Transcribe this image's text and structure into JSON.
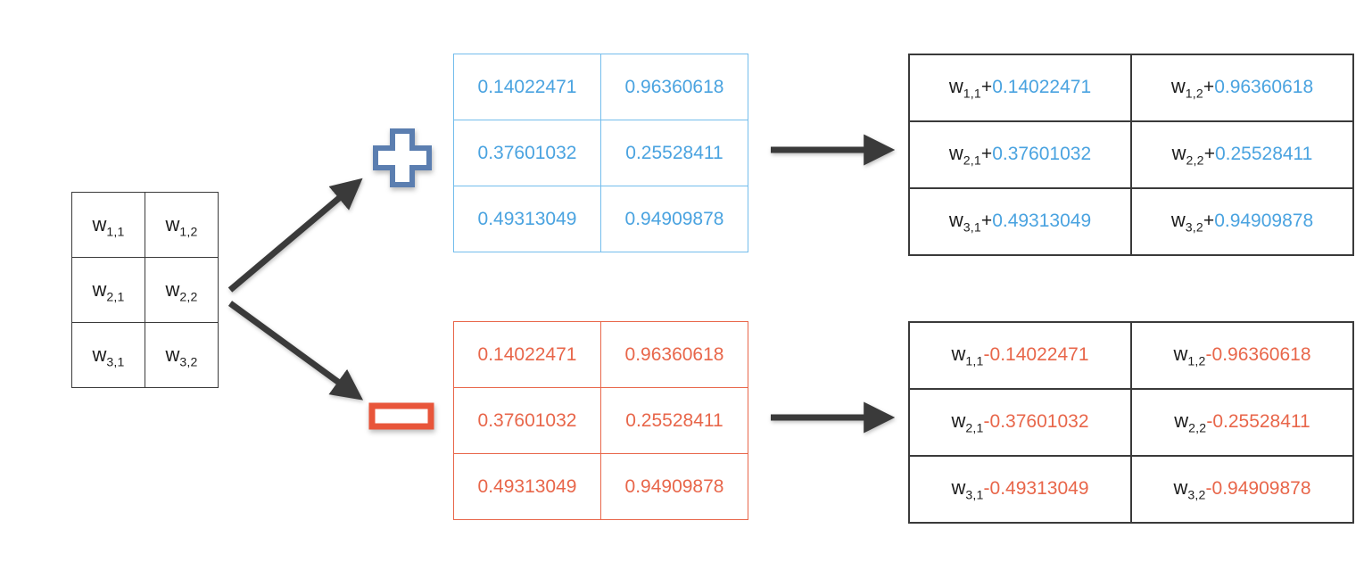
{
  "diagram": {
    "title": "Matrix weight perturbation diagram",
    "colors": {
      "blue": "#4aa3e0",
      "blue_border": "#74bdec",
      "plus_icon_stroke": "#5b7eb0",
      "red": "#e8664a",
      "black": "#1d1d1d",
      "arrow": "#3a3a3a"
    }
  },
  "source_matrix": {
    "name": "weight-matrix",
    "rows": [
      [
        {
          "sym": "w",
          "sub": "1,1"
        },
        {
          "sym": "w",
          "sub": "1,2"
        }
      ],
      [
        {
          "sym": "w",
          "sub": "2,1"
        },
        {
          "sym": "w",
          "sub": "2,2"
        }
      ],
      [
        {
          "sym": "w",
          "sub": "3,1"
        },
        {
          "sym": "w",
          "sub": "3,2"
        }
      ]
    ]
  },
  "noise_matrix": {
    "name": "random-noise-matrix",
    "rows": [
      [
        "0.14022471",
        "0.96360618"
      ],
      [
        "0.37601032",
        "0.25528411"
      ],
      [
        "0.49313049",
        "0.94909878"
      ]
    ]
  },
  "operators": {
    "plus": {
      "icon": "plus-icon",
      "sign": "+"
    },
    "minus": {
      "icon": "minus-icon",
      "sign": "-"
    }
  },
  "result_plus": {
    "name": "weights-plus-noise-matrix",
    "rows": [
      [
        {
          "sym": "w",
          "sub": "1,1",
          "op": "+",
          "num": "0.14022471"
        },
        {
          "sym": "w",
          "sub": "1,2",
          "op": "+",
          "num": "0.96360618"
        }
      ],
      [
        {
          "sym": "w",
          "sub": "2,1",
          "op": "+",
          "num": "0.37601032"
        },
        {
          "sym": "w",
          "sub": "2,2",
          "op": "+",
          "num": "0.25528411"
        }
      ],
      [
        {
          "sym": "w",
          "sub": "3,1",
          "op": "+",
          "num": "0.49313049"
        },
        {
          "sym": "w",
          "sub": "3,2",
          "op": "+",
          "num": "0.94909878"
        }
      ]
    ]
  },
  "result_minus": {
    "name": "weights-minus-noise-matrix",
    "rows": [
      [
        {
          "sym": "w",
          "sub": "1,1",
          "op": "-",
          "num": "0.14022471"
        },
        {
          "sym": "w",
          "sub": "1,2",
          "op": "-",
          "num": "0.96360618"
        }
      ],
      [
        {
          "sym": "w",
          "sub": "2,1",
          "op": "-",
          "num": "0.37601032"
        },
        {
          "sym": "w",
          "sub": "2,2",
          "op": "-",
          "num": "0.25528411"
        }
      ],
      [
        {
          "sym": "w",
          "sub": "3,1",
          "op": "-",
          "num": "0.49313049"
        },
        {
          "sym": "w",
          "sub": "3,2",
          "op": "-",
          "num": "0.94909878"
        }
      ]
    ]
  },
  "arrows": [
    {
      "name": "branch-arrow-up",
      "from": "weight-matrix",
      "to": "plus-icon"
    },
    {
      "name": "branch-arrow-down",
      "from": "weight-matrix",
      "to": "minus-icon"
    },
    {
      "name": "arrow-to-plus-result",
      "from": "random-noise-matrix",
      "to": "weights-plus-noise-matrix"
    },
    {
      "name": "arrow-to-minus-result",
      "from": "random-noise-matrix",
      "to": "weights-minus-noise-matrix"
    }
  ]
}
